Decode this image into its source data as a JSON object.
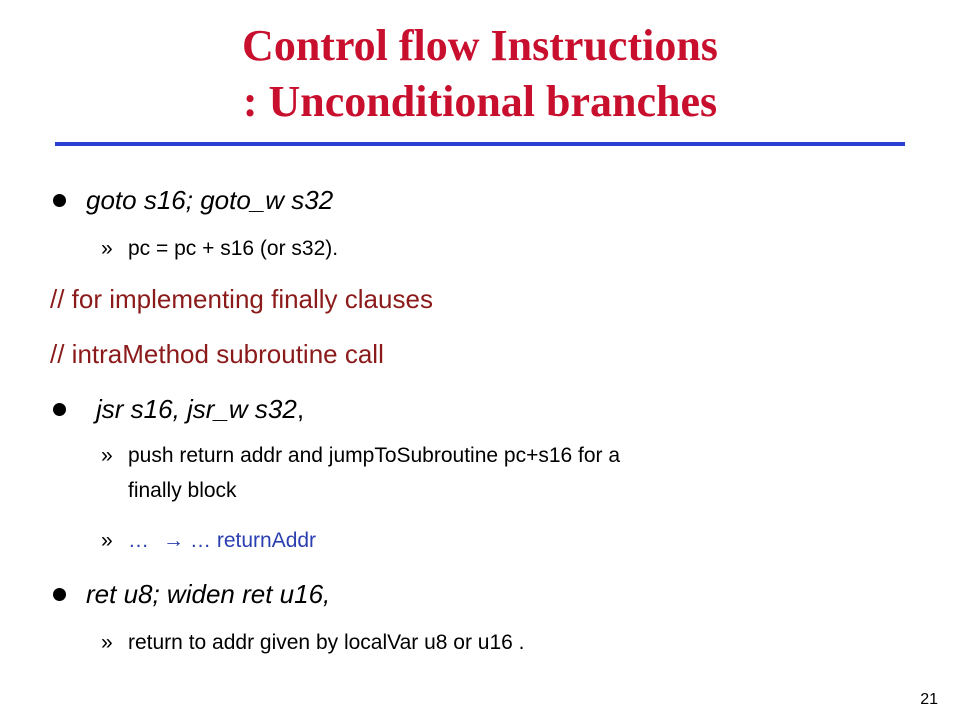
{
  "slide": {
    "title_line1": "Control flow Instructions",
    "title_line2": ": Unconditional branches",
    "page_number": "21"
  },
  "colors": {
    "title": "#c8102e",
    "rule": "#2b3fd6",
    "comment": "#8b1a1a",
    "sub_blue": "#2b3fb0"
  },
  "items": {
    "goto_bullet": "goto s16; goto_w s32",
    "goto_sub": "pc = pc + s16 (or s32).",
    "comment1": "// for implementing finally clauses",
    "comment2": "// intraMethod subroutine call",
    "jsr_bullet": "jsr s16, jsr_w s32",
    "jsr_bullet_suffix": ",",
    "jsr_sub1_line1": "push return addr and jumpToSubroutine pc+s16 for a",
    "jsr_sub1_line2": "finally block",
    "jsr_sub2_left": "…",
    "jsr_sub2_arrow": "→",
    "jsr_sub2_right": "… returnAddr",
    "ret_bullet": "ret u8; widen ret u16,",
    "ret_sub": "return to addr given by localVar u8 or u16 .",
    "sub_marker": "»"
  }
}
